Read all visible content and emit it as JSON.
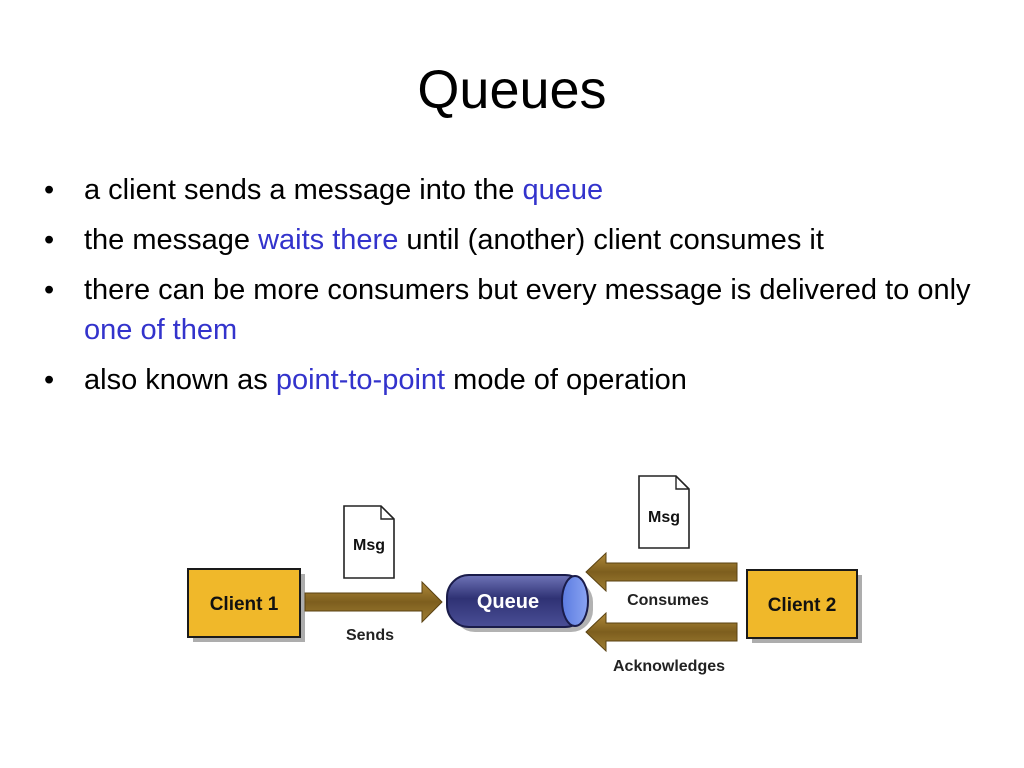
{
  "slide": {
    "title": "Queues",
    "bullets": [
      {
        "parts": [
          {
            "text": "a client sends a message into the ",
            "highlight": false
          },
          {
            "text": "queue",
            "highlight": true
          }
        ]
      },
      {
        "parts": [
          {
            "text": "the message ",
            "highlight": false
          },
          {
            "text": "waits there",
            "highlight": true
          },
          {
            "text": " until (another) client consumes it",
            "highlight": false
          }
        ]
      },
      {
        "parts": [
          {
            "text": "there can be more consumers but every message is delivered to only ",
            "highlight": false
          },
          {
            "text": "one of them",
            "highlight": true
          }
        ]
      },
      {
        "parts": [
          {
            "text": "also known as ",
            "highlight": false
          },
          {
            "text": "point-to-point",
            "highlight": true
          },
          {
            "text": " mode of operation",
            "highlight": false
          }
        ]
      }
    ]
  },
  "diagram": {
    "client1": "Client 1",
    "client2": "Client 2",
    "queue": "Queue",
    "msg_send": "Msg",
    "msg_consume": "Msg",
    "sends": "Sends",
    "consumes": "Consumes",
    "acknowledges": "Acknowledges"
  },
  "colors": {
    "highlight": "#3333cc",
    "client_box": "#f0b82a",
    "arrow": "#8a6a24",
    "queue": "#3a3d80"
  }
}
